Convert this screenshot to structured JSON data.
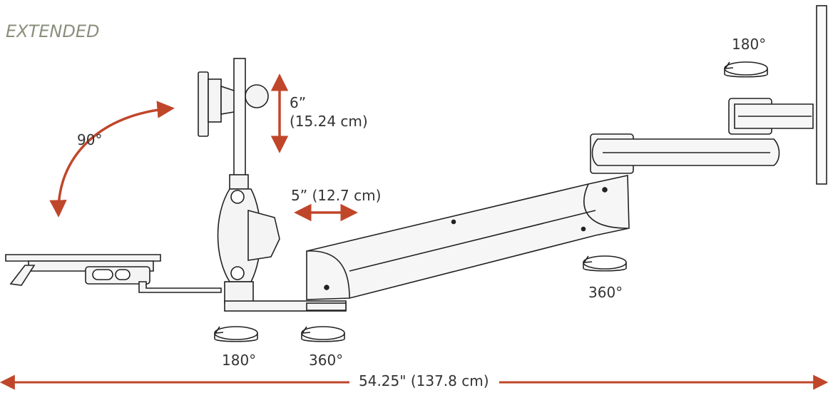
{
  "title": "EXTENDED",
  "colors": {
    "dimension": "#c0462a",
    "line": "#222222",
    "title": "#8a8f7c",
    "text": "#333333"
  },
  "labels": {
    "tilt_angle": "90°",
    "height_adjust": "6”",
    "height_adjust_metric": "(15.24 cm)",
    "slide_adjust": "5” (12.7 cm)",
    "base_rotate": "180°",
    "arm_rotate": "360°",
    "forearm_rotate": "360°",
    "top_rotate": "180°",
    "overall_length": "54.25\" (137.8 cm)"
  },
  "icons": {
    "rotation": "rotation-arrow-icon",
    "double_arrow": "double-arrow-icon",
    "curved_arrow": "curved-arrow-icon"
  }
}
